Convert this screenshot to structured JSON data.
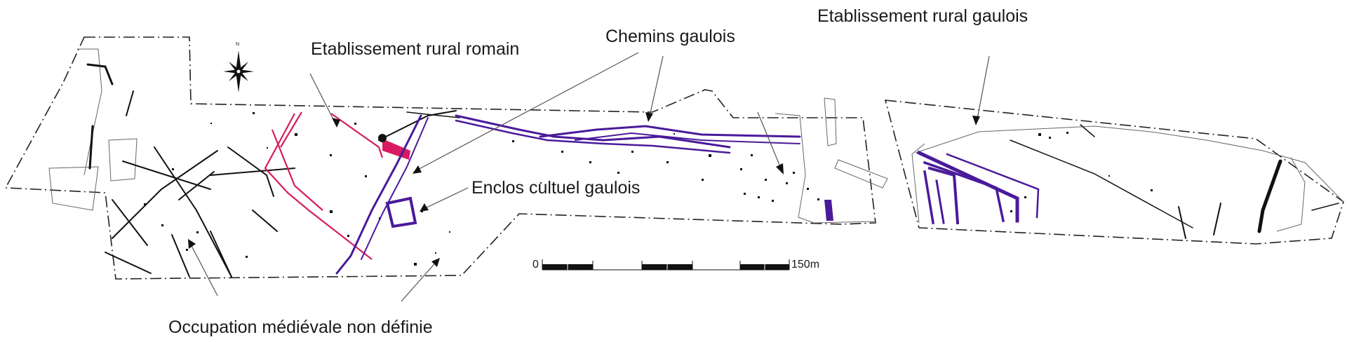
{
  "labels": {
    "roman": "Etablissement rural romain",
    "paths": "Chemins gaulois",
    "gaul_rural": "Etablissement rural gaulois",
    "enclosure": "Enclos cultuel gaulois",
    "medieval": "Occupation médiévale non définie"
  },
  "scale": {
    "start": "0",
    "end": "150m"
  },
  "north": "N",
  "colors": {
    "magenta": "#d81b60",
    "purple": "#4a1a9a",
    "ink": "#111111"
  }
}
